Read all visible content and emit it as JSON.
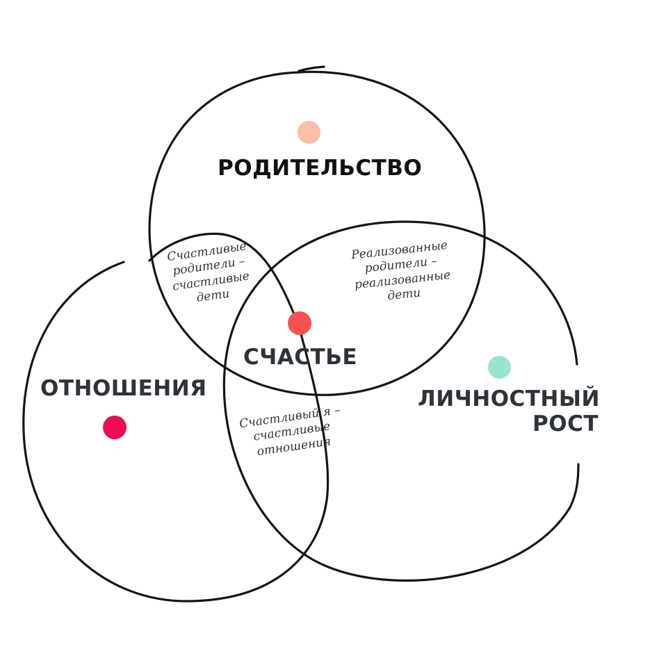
{
  "sets": {
    "parenting": {
      "label": "РОДИТЕЛЬСТВО",
      "label_color": "#111111",
      "dot_color": "#f9bfa9"
    },
    "relations": {
      "label": "ОТНОШЕНИЯ",
      "label_color": "#2d3339",
      "dot_color": "#ec0d52"
    },
    "growth": {
      "label_line1": "ЛИЧНОСТНЫЙ",
      "label_line2": "РОСТ",
      "label_color": "#2d3339",
      "dot_color": "#99e4cf"
    }
  },
  "center": {
    "label": "СЧАСТЬЕ",
    "label_color": "#2d3339",
    "dot_color": "#f55151"
  },
  "overlaps": {
    "parenting_relations": [
      "Счастливые",
      "родители –",
      "счастливые",
      "дети"
    ],
    "parenting_growth": [
      "Реализованные",
      "родители –",
      "реализованные",
      "дети"
    ],
    "relations_growth": [
      "Счастливый я –",
      "счастливые",
      "отношения"
    ]
  }
}
